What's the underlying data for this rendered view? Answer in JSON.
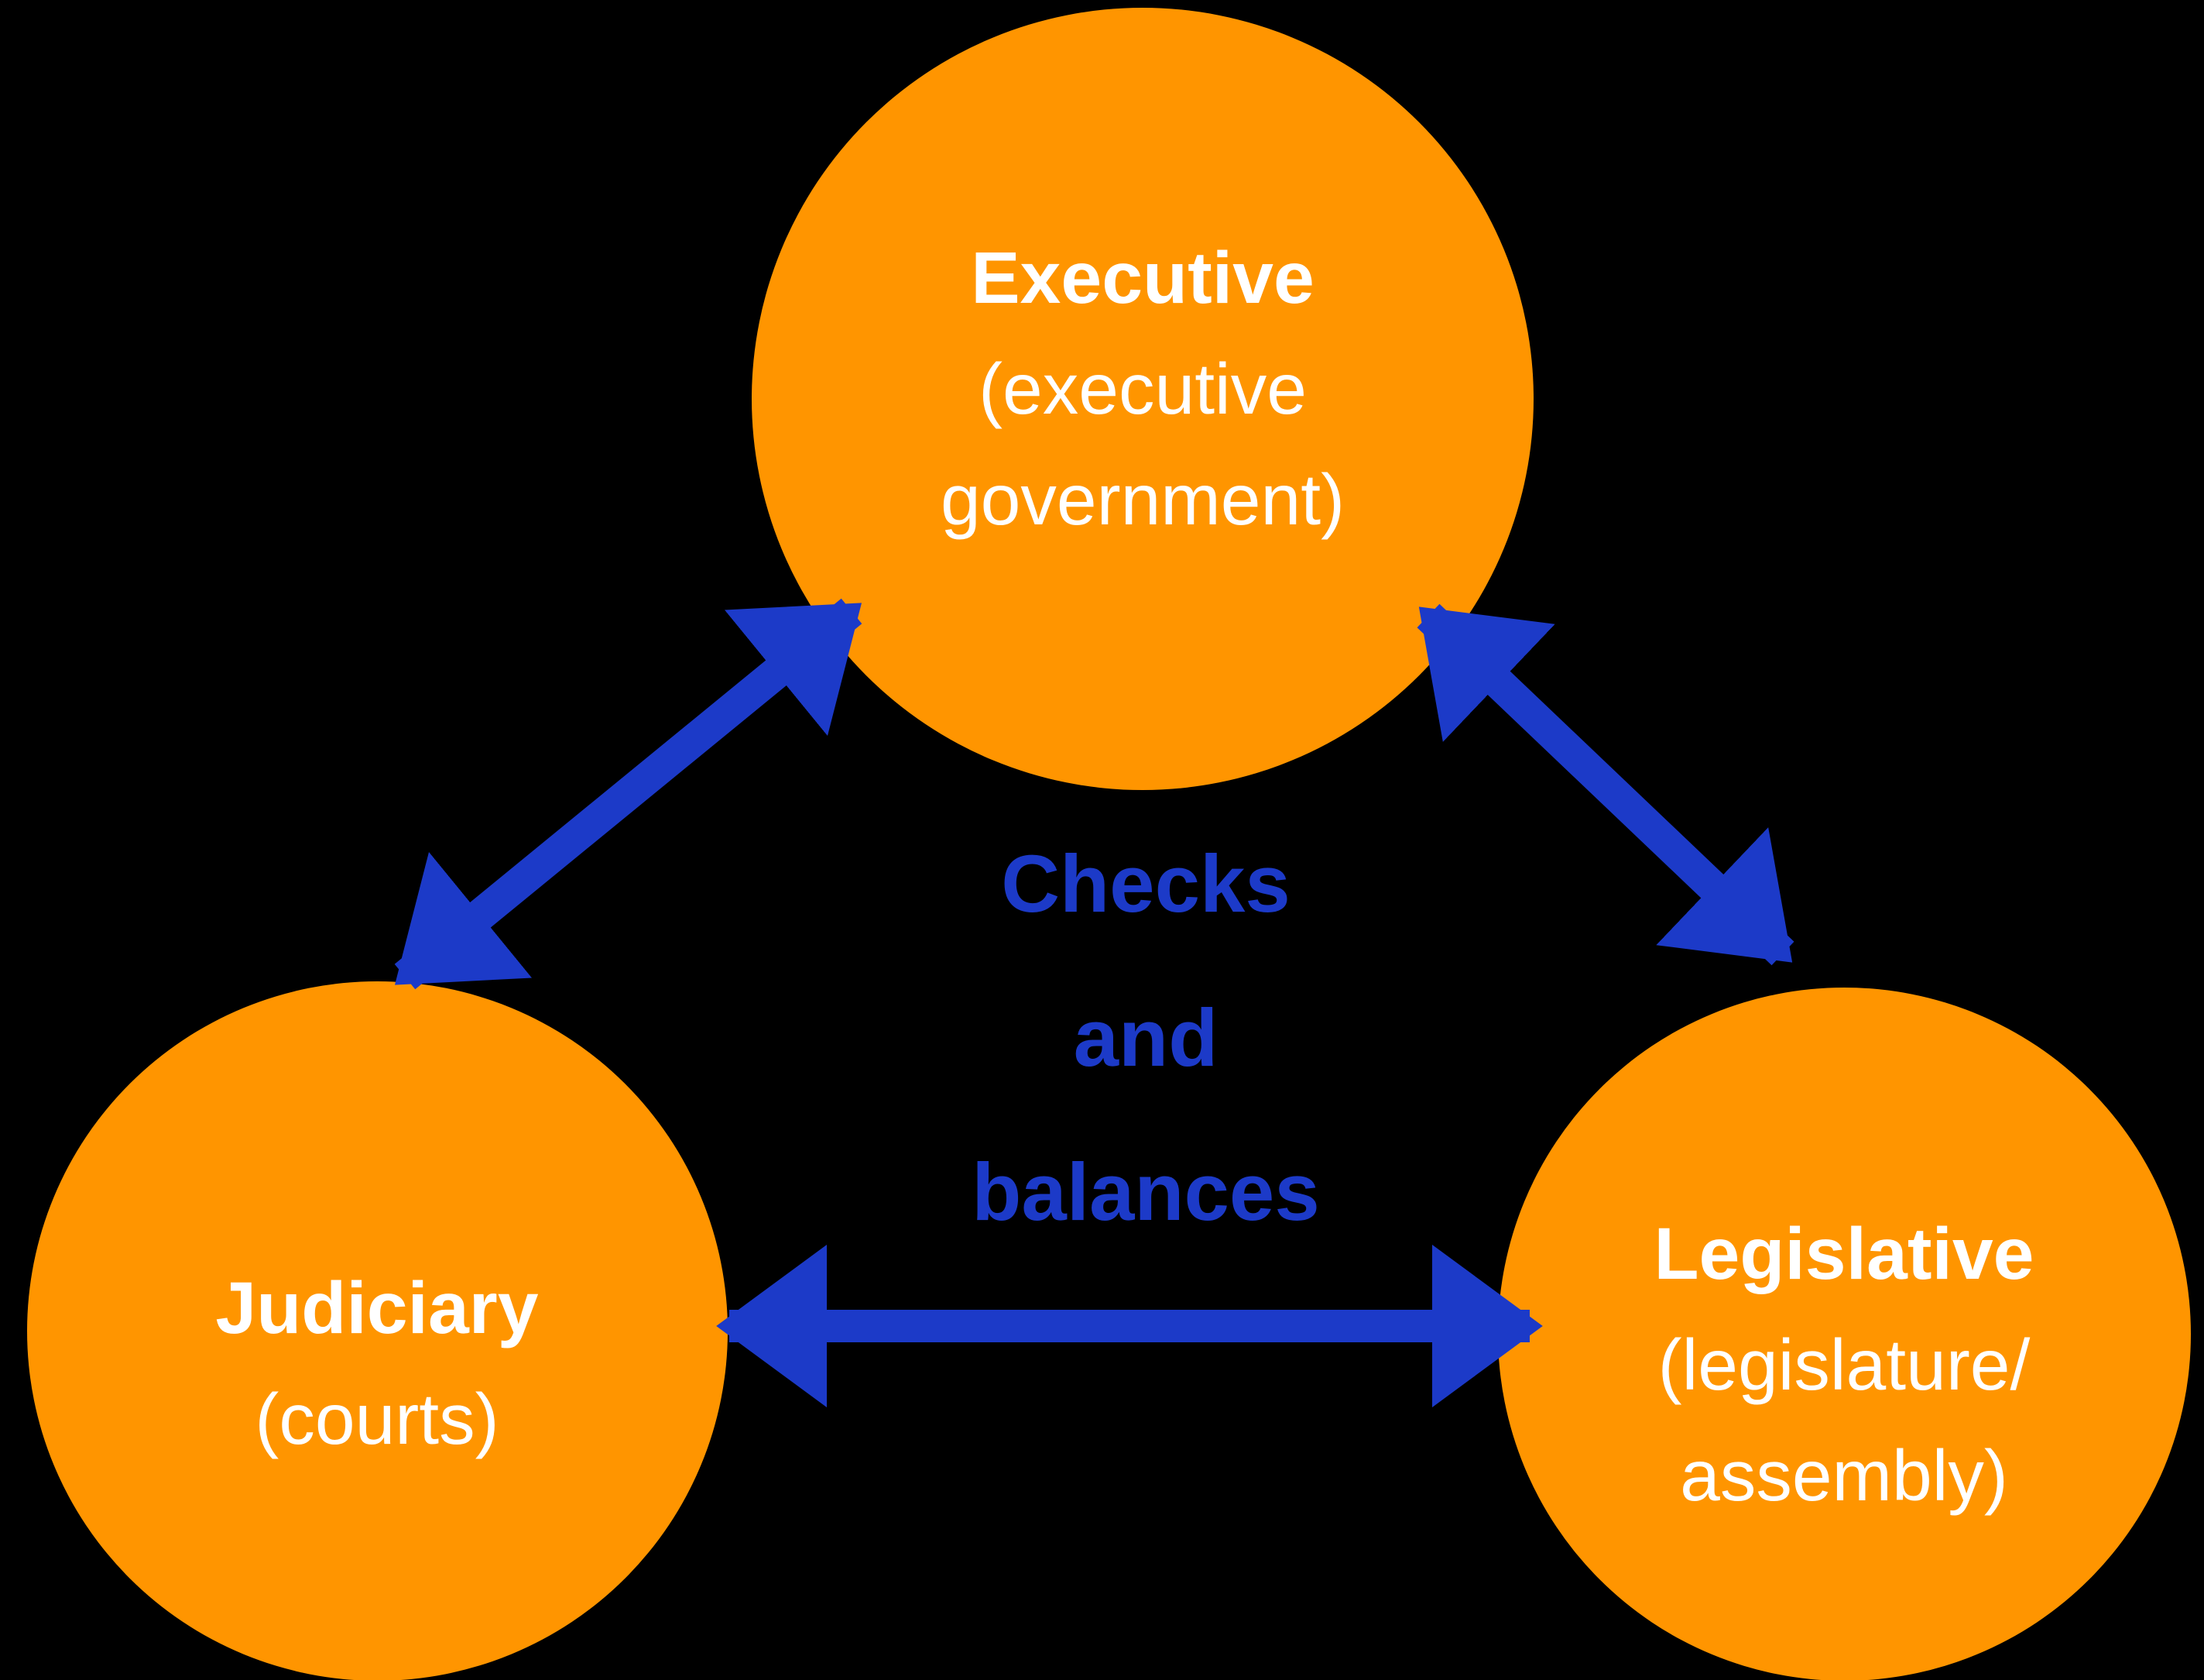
{
  "diagram": {
    "center_label": {
      "line1": "Checks",
      "line2": "and",
      "line3": "balances"
    },
    "nodes": {
      "executive": {
        "title": "Executive",
        "sub_line1": "(executive",
        "sub_line2": "government)"
      },
      "judiciary": {
        "title": "Judiciary",
        "sub_line1": "(courts)"
      },
      "legislative": {
        "title": "Legislative",
        "sub_line1": "(legislature/",
        "sub_line2": "assembly)"
      }
    },
    "relations": [
      {
        "between": "Judiciary and Executive",
        "type": "bidirectional arrow"
      },
      {
        "between": "Executive and Legislative",
        "type": "bidirectional arrow"
      },
      {
        "between": "Judiciary and Legislative",
        "type": "bidirectional arrow"
      }
    ],
    "colors": {
      "background": "#000000",
      "circle_fill": "#FF9500",
      "arrow_blue": "#1C3AC8",
      "text_white": "#FFFFFF"
    }
  }
}
